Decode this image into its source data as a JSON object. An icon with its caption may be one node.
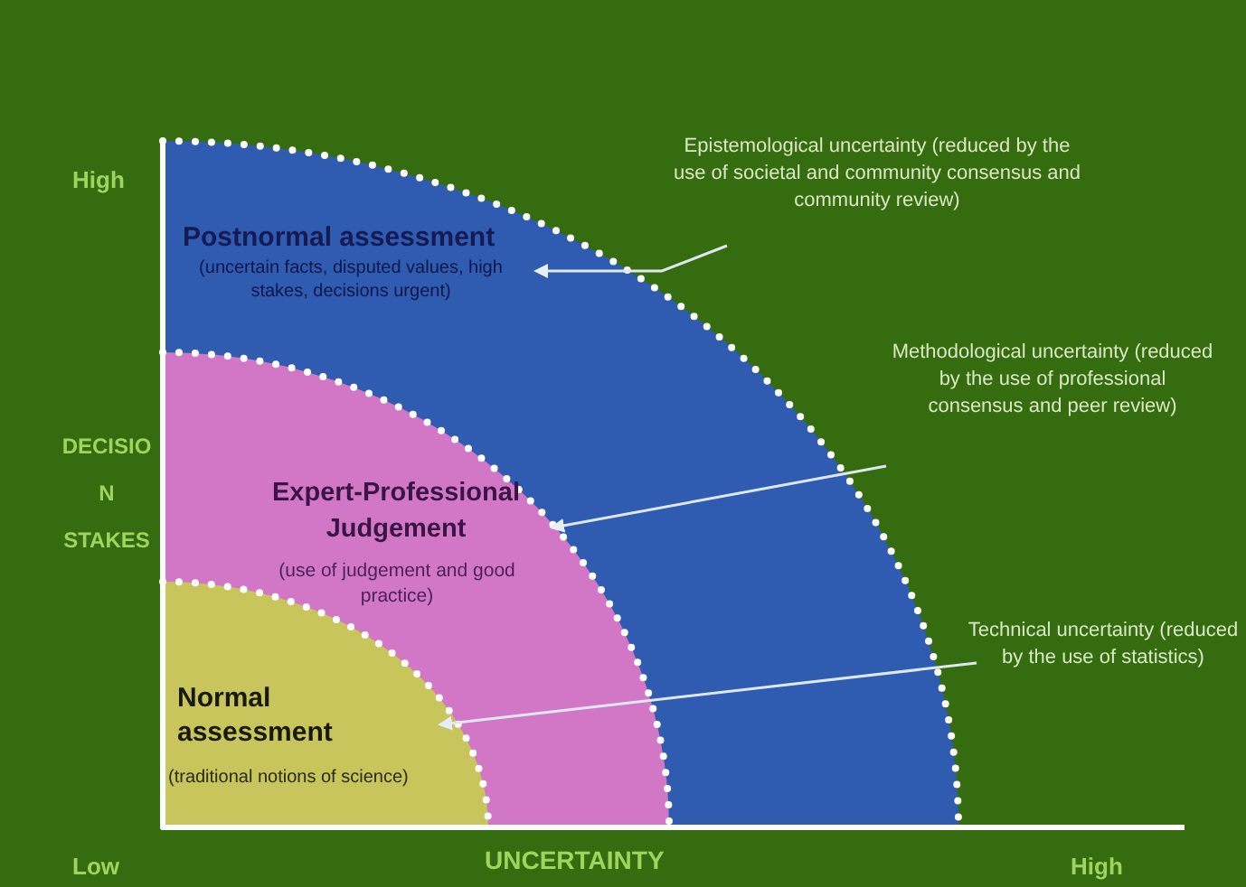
{
  "diagram": {
    "nodes": [
      {
        "text": [
          "Postnormal assessment",
          "(uncertain facts, disputed values, high stakes, decisions urgent)"
        ]
      },
      {
        "text": [
          "Expert-Professional Judgement",
          "(use of judgement and good practice)"
        ],
        "in": 0
      },
      {
        "text": [
          "Normal assessment",
          "(traditional notions of science)"
        ],
        "in": 1
      },
      {
        "text": [
          "Epistemological uncertainty (reduced by the use of societal and community consensus and community review)"
        ]
      },
      {
        "text": [
          "Methodological uncertainty (reduced by the use of professional consensus and peer review)"
        ]
      },
      {
        "text": [
          "Technical uncertainty (reduced by the use of statistics)"
        ]
      }
    ],
    "edges": [
      {
        "from": 3,
        "to": 0,
        "arrow": "to"
      },
      {
        "from": 4,
        "to": 1,
        "arrow": "to"
      },
      {
        "from": 5,
        "to": 2,
        "arrow": "to"
      }
    ],
    "labels": [
      "High",
      "DECISION STAKES",
      "Low",
      "UNCERTAINTY",
      "High"
    ]
  }
}
